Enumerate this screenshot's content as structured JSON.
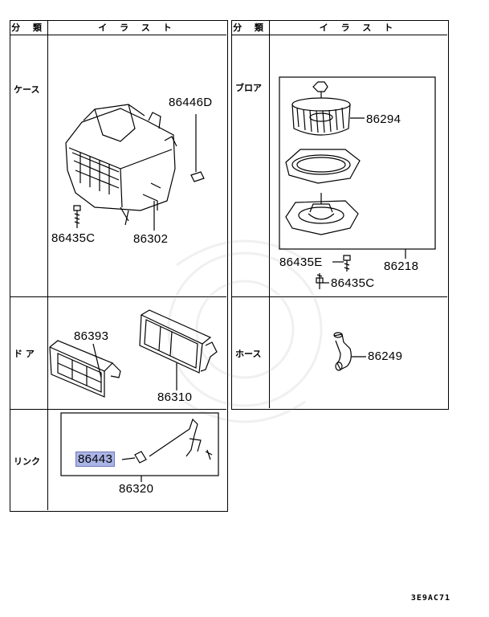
{
  "header": {
    "left_category": "分 類",
    "left_illust": "イ ラ ス ト",
    "right_category": "分 類",
    "right_illust": "イ ラ ス ト"
  },
  "categories": {
    "case": "ケース",
    "door": "ド ア",
    "link": "リンク",
    "blower": "ブロア",
    "hose": "ホース"
  },
  "parts": {
    "case_clip": "86446D",
    "case_screw": "86435C",
    "case_main": "86302",
    "door_filter": "86393",
    "door_main": "86310",
    "link_highlighted": "86443",
    "link_main": "86320",
    "blower_fan": "86294",
    "blower_screw_e": "86435E",
    "blower_assy": "86218",
    "blower_screw_c": "86435C",
    "hose_part": "86249"
  },
  "diagram_code": "3E9AC71",
  "colors": {
    "highlight": "#aab4e6",
    "line": "#000000"
  }
}
